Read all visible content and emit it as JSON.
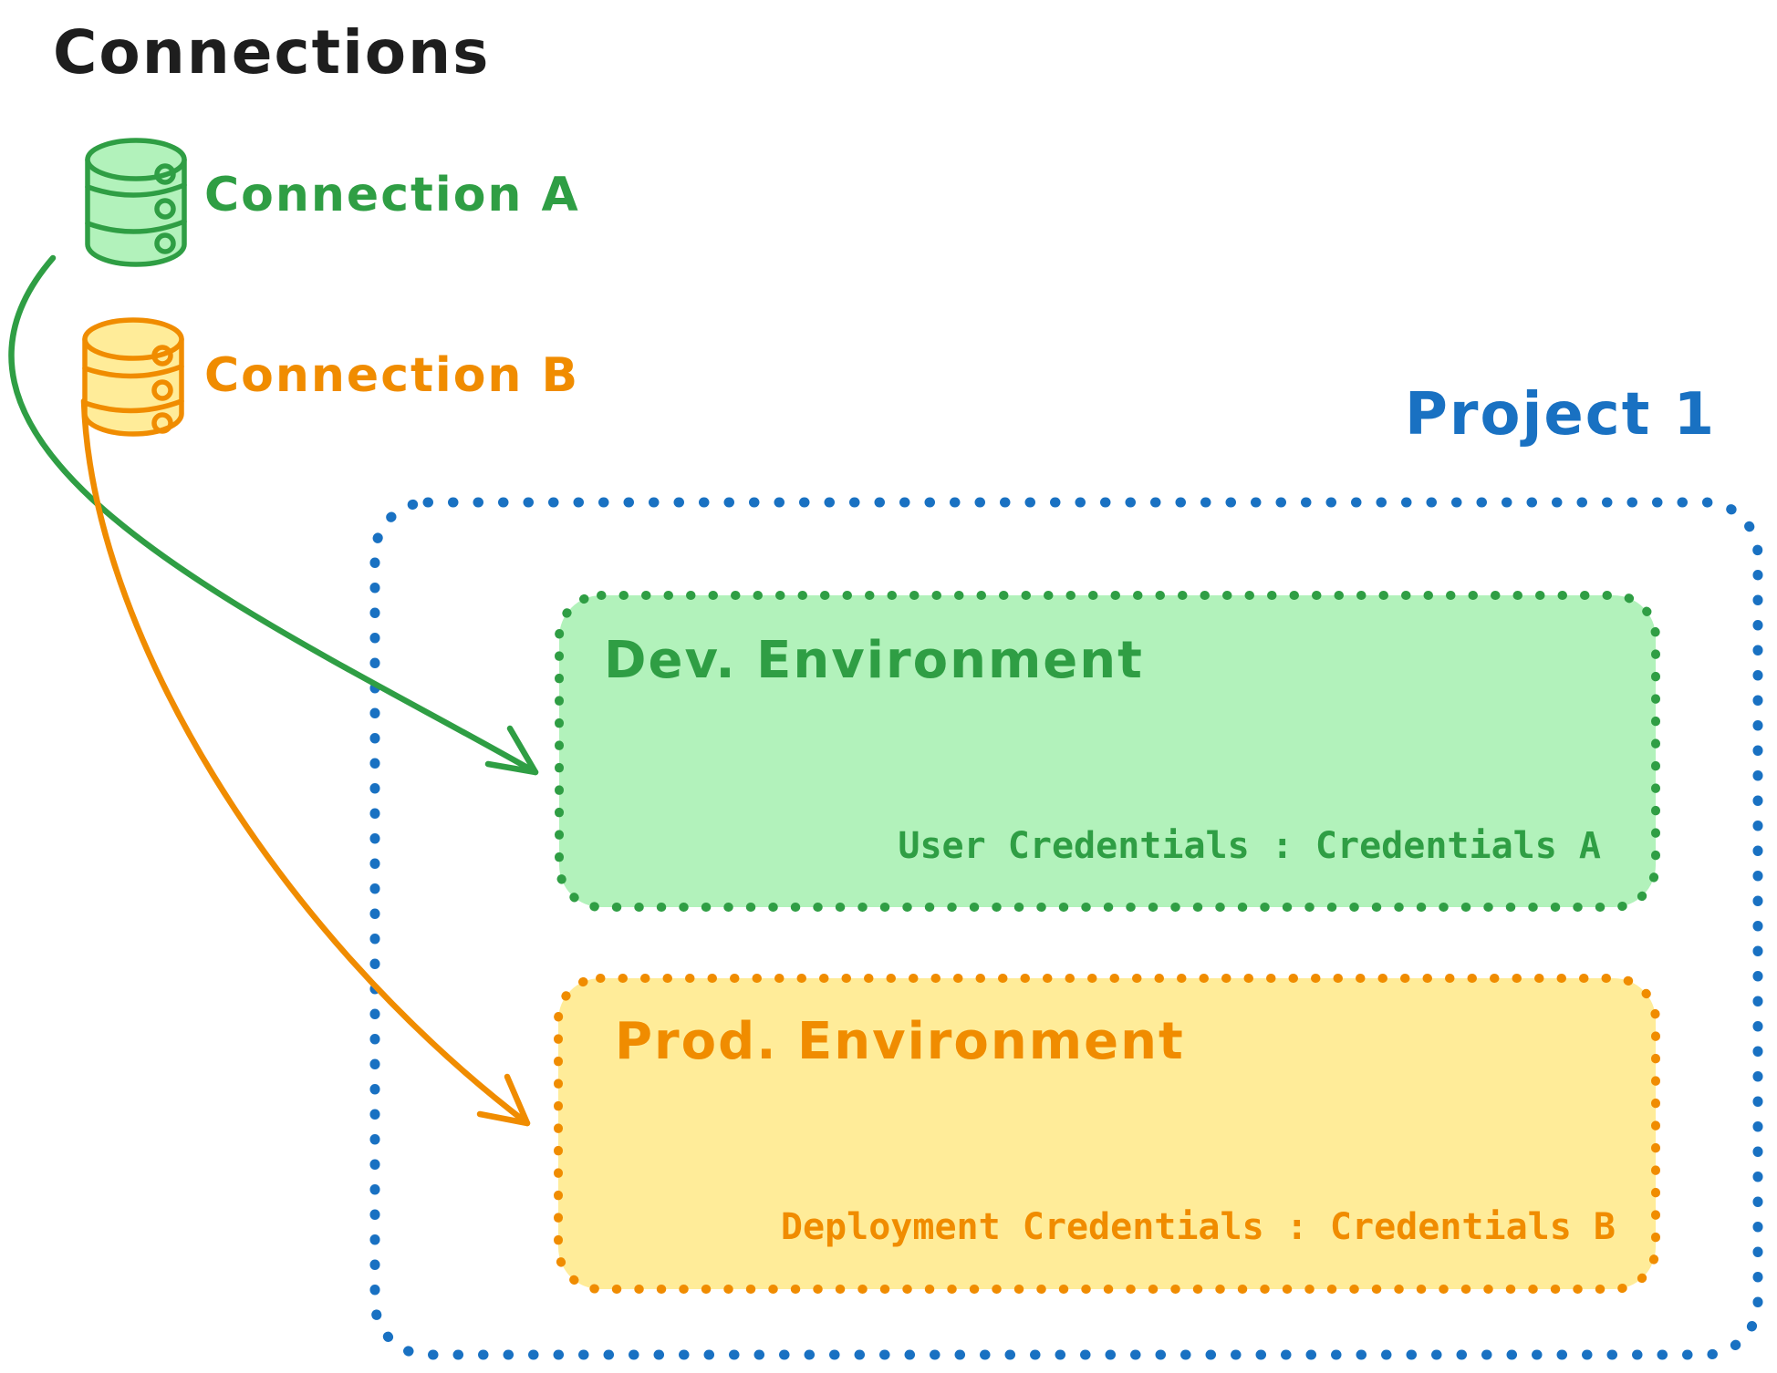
{
  "canvas": {
    "background": "#ffffff"
  },
  "title": "Connections",
  "connections": [
    {
      "label": "Connection A",
      "icon": "database-icon",
      "stroke_color": "#2f9e44",
      "fill_color": "#b2f2bb"
    },
    {
      "label": "Connection B",
      "icon": "database-icon",
      "stroke_color": "#f08c00",
      "fill_color": "#ffec99"
    }
  ],
  "project": {
    "label": "Project 1",
    "border_color": "#1971c2",
    "environments": [
      {
        "name": "Dev. Environment",
        "credentials": "User Credentials : Credentials A",
        "stroke_color": "#2f9e44",
        "fill_color": "#b2f2bb",
        "linked_connection": "Connection A"
      },
      {
        "name": "Prod. Environment",
        "credentials": "Deployment Credentials : Credentials B",
        "stroke_color": "#f08c00",
        "fill_color": "#ffec99",
        "linked_connection": "Connection B"
      }
    ]
  }
}
